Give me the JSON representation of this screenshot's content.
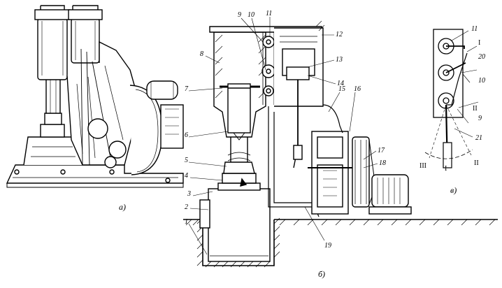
{
  "figure": {
    "panel_labels": {
      "a": "а)",
      "b": "б)",
      "c": "в)"
    },
    "callouts_b": [
      "1",
      "2",
      "3",
      "4",
      "5",
      "6",
      "7",
      "8",
      "9",
      "10",
      "11",
      "12",
      "13",
      "14",
      "15",
      "16",
      "17",
      "18",
      "19"
    ],
    "callouts_c": [
      "11",
      "20",
      "10",
      "9",
      "21"
    ],
    "positions_c": [
      "I",
      "II",
      "III",
      "I",
      "II"
    ]
  }
}
